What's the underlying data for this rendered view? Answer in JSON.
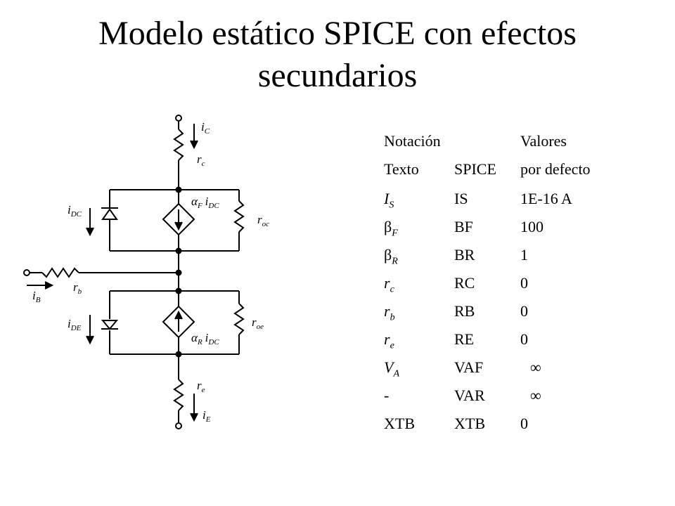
{
  "title": {
    "line1": "Modelo estático SPICE con efectos",
    "line2": "secundarios"
  },
  "circuit": {
    "labels": {
      "ic": {
        "main": "i",
        "sub": "C"
      },
      "rc": {
        "main": "r",
        "sub": "c"
      },
      "aF_idc": {
        "greek": "α",
        "gsub": "F",
        "main": "i",
        "sub": "DC"
      },
      "idc_left": {
        "main": "i",
        "sub": "DC"
      },
      "roc": {
        "main": "r",
        "sub": "oc"
      },
      "rb": {
        "main": "r",
        "sub": "b"
      },
      "ib": {
        "main": "i",
        "sub": "B"
      },
      "ide": {
        "main": "i",
        "sub": "DE"
      },
      "aR_idc": {
        "greek": "α",
        "gsub": "R",
        "main": "i",
        "sub": "DC"
      },
      "roe": {
        "main": "r",
        "sub": "oe"
      },
      "re": {
        "main": "r",
        "sub": "e"
      },
      "ie": {
        "main": "i",
        "sub": "E"
      }
    }
  },
  "table": {
    "header1": {
      "c1": "Notación",
      "c3": "Valores"
    },
    "header2": {
      "c1": "Texto",
      "c2": "SPICE",
      "c3": "por defecto"
    },
    "rows": [
      {
        "sym": "I",
        "sub": "S",
        "spice": "IS",
        "val": "1E-16 A",
        "kind": "italic"
      },
      {
        "sym": "β",
        "sub": "F",
        "spice": "BF",
        "val": "100",
        "kind": "greek"
      },
      {
        "sym": "β",
        "sub": "R",
        "spice": "BR",
        "val": "1",
        "kind": "greek"
      },
      {
        "sym": "r",
        "sub": "c",
        "spice": "RC",
        "val": "0",
        "kind": "italic"
      },
      {
        "sym": "r",
        "sub": "b",
        "spice": "RB",
        "val": "0",
        "kind": "italic"
      },
      {
        "sym": "r",
        "sub": "e",
        "spice": "RE",
        "val": "0",
        "kind": "italic"
      },
      {
        "sym": "V",
        "sub": "A",
        "spice": "VAF",
        "val": "∞",
        "kind": "italic"
      },
      {
        "sym": "-",
        "sub": "",
        "spice": "VAR",
        "val": "∞",
        "kind": "plain"
      },
      {
        "sym": "XTB",
        "sub": "",
        "spice": "XTB",
        "val": "0",
        "kind": "plain"
      }
    ]
  }
}
